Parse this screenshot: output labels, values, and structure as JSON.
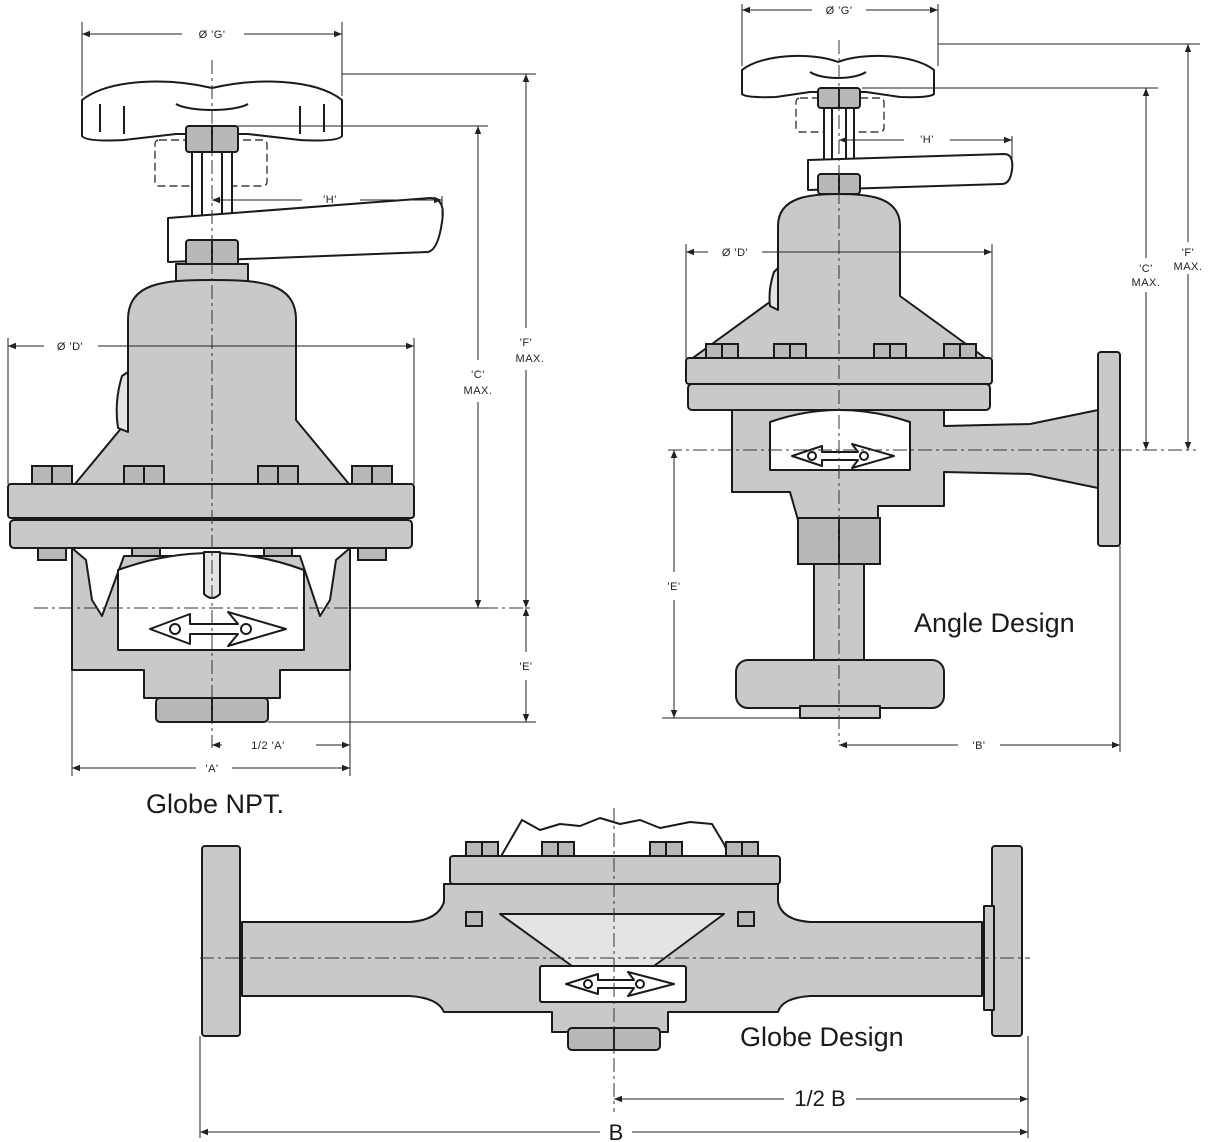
{
  "views": {
    "globe_npt": {
      "caption": "Globe NPT.",
      "dims": {
        "g": "Ø 'G'",
        "h": "'H'",
        "d": "Ø 'D'",
        "c": "'C'",
        "c_max": "MAX.",
        "f": "'F'",
        "f_max": "MAX.",
        "e": "'E'",
        "half_a": "1/2 'A'",
        "a": "'A'"
      }
    },
    "angle": {
      "caption": "Angle Design",
      "dims": {
        "g": "Ø 'G'",
        "h": "'H'",
        "d": "Ø 'D'",
        "c": "'C'",
        "c_max": "MAX.",
        "f": "'F'",
        "f_max": "MAX.",
        "e": "'E'",
        "b": "'B'"
      }
    },
    "globe_flanged": {
      "caption": "Globe Design",
      "dims": {
        "half_b": "1/2 B",
        "b": "B"
      }
    }
  }
}
